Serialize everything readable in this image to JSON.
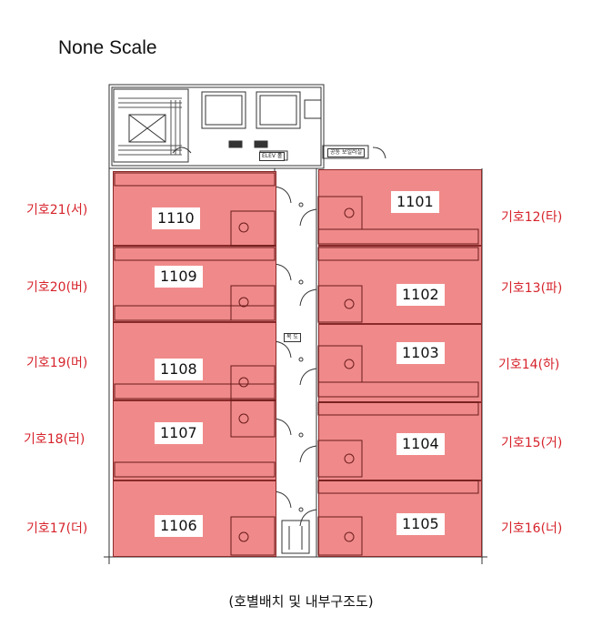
{
  "title": "None Scale",
  "caption": "(호별배치 및 내부구조도)",
  "core": {
    "elevator_label": "ELEV 홀",
    "corridor_label": "복 도",
    "storage_label": "공동 보일러실"
  },
  "left_units": [
    {
      "room": "1110",
      "label": "기호21(서)"
    },
    {
      "room": "1109",
      "label": "기호20(버)"
    },
    {
      "room": "1108",
      "label": "기호19(머)"
    },
    {
      "room": "1107",
      "label": "기호18(러)"
    },
    {
      "room": "1106",
      "label": "기호17(더)"
    }
  ],
  "right_units": [
    {
      "room": "1101",
      "label": "기호12(타)"
    },
    {
      "room": "1102",
      "label": "기호13(파)"
    },
    {
      "room": "1103",
      "label": "기호14(하)"
    },
    {
      "room": "1104",
      "label": "기호15(거)"
    },
    {
      "room": "1105",
      "label": "기호16(너)"
    }
  ],
  "colors": {
    "unit_fill": "#f08a8a",
    "unit_border": "#8a2a2a",
    "label_red": "#d6232b"
  }
}
